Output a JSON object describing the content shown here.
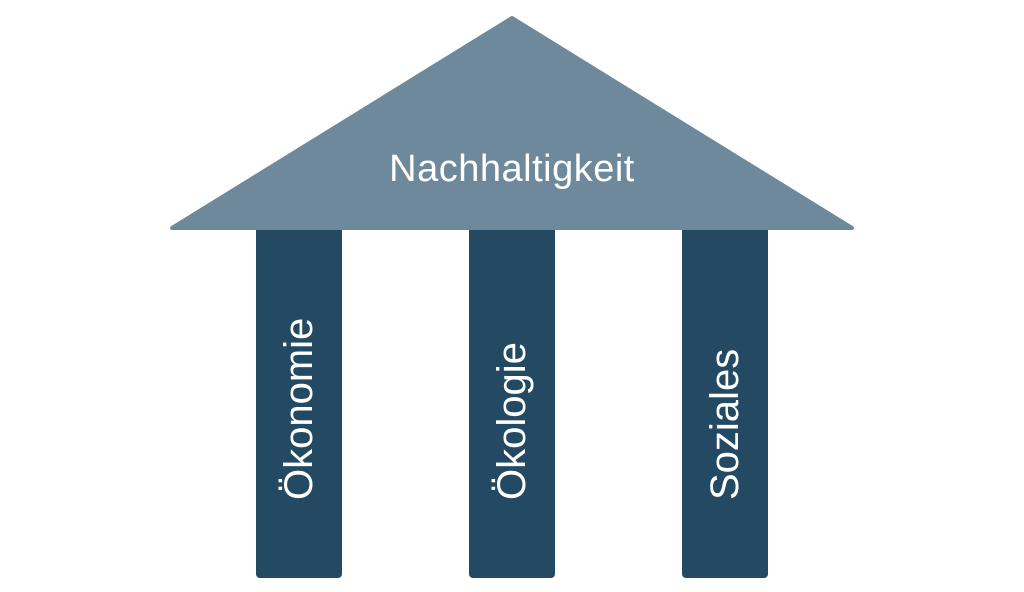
{
  "diagram": {
    "roof": {
      "label": "Nachhaltigkeit",
      "color": "#6e889c"
    },
    "pillar_color": "#244a63",
    "text_color": "#ffffff",
    "pillars": [
      {
        "label": "Ökonomie"
      },
      {
        "label": "Ökologie"
      },
      {
        "label": "Soziales"
      }
    ]
  }
}
